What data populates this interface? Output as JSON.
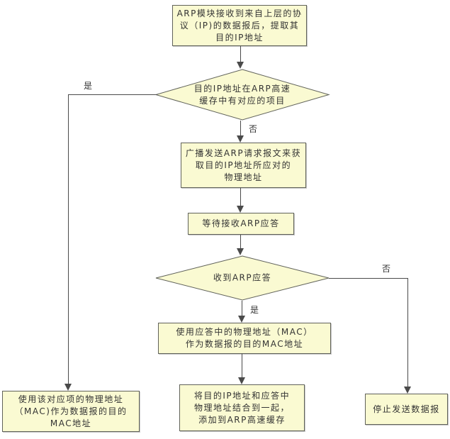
{
  "colors": {
    "background": "#ffffff",
    "node_fill": "#fafad2",
    "node_border": "#60625a",
    "line": "#4a4a4a",
    "text": "#333333"
  },
  "labels": {
    "yes": "是",
    "no": "否"
  },
  "nodes": {
    "receive": {
      "lines": [
        "ARP模块接收到来自上层的协",
        "议（IP)的数据报后，提取其",
        "目的IP地址"
      ]
    },
    "cache_decision": {
      "lines": [
        "目的IP地址在ARP高速",
        "缓存中有对应的项目"
      ]
    },
    "broadcast": {
      "lines": [
        "广播发送ARP请求报文来获",
        "取目的IP地址所应对的",
        "物理地址"
      ]
    },
    "wait": {
      "lines": [
        "等待接收ARP应答"
      ]
    },
    "reply_decision": {
      "lines": [
        "收到ARP应答"
      ]
    },
    "use_reply_mac": {
      "lines": [
        "使用应答中的物理地址（MAC）",
        "作为数据报的目的MAC地址"
      ]
    },
    "add_to_cache": {
      "lines": [
        "将目的IP地址和应答中",
        "物理地址结合到一起，",
        "添加到ARP高速缓存"
      ]
    },
    "use_cache_mac": {
      "lines": [
        "使用该对应项的物理地址",
        "（MAC)作为数据报的目的",
        "MAC地址"
      ]
    },
    "stop": {
      "lines": [
        "停止发送数据报"
      ]
    }
  }
}
